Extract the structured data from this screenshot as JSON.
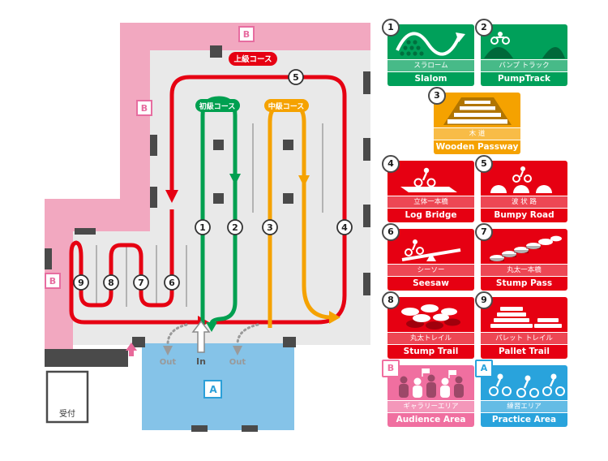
{
  "map": {
    "labels": {
      "advanced_course": "上級コース",
      "beginner_course": "初級コース",
      "intermediate_course": "中級コース",
      "in": "In",
      "out": "Out",
      "reception": "受付",
      "badge_b": "B",
      "badge_a": "A"
    },
    "markers": [
      "1",
      "2",
      "3",
      "4",
      "5",
      "6",
      "7",
      "8",
      "9"
    ]
  },
  "legend": {
    "cards": [
      {
        "num": "1",
        "jp": "スラローム",
        "en": "Slalom",
        "color": "green"
      },
      {
        "num": "2",
        "jp": "バンプ トラック",
        "en": "PumpTrack",
        "color": "green"
      },
      {
        "num": "3",
        "jp": "木 道",
        "en": "Wooden Passway",
        "color": "yellow"
      },
      {
        "num": "4",
        "jp": "立体一本橋",
        "en": "Log Bridge",
        "color": "red"
      },
      {
        "num": "5",
        "jp": "波 状 路",
        "en": "Bumpy Road",
        "color": "red"
      },
      {
        "num": "6",
        "jp": "シーソー",
        "en": "Seesaw",
        "color": "red"
      },
      {
        "num": "7",
        "jp": "丸太一本橋",
        "en": "Stump Pass",
        "color": "red"
      },
      {
        "num": "8",
        "jp": "丸太トレイル",
        "en": "Stump Trail",
        "color": "red"
      },
      {
        "num": "9",
        "jp": "パレット トレイル",
        "en": "Pallet Trail",
        "color": "red"
      },
      {
        "num": "B",
        "jp": "ギャラリーエリア",
        "en": "Audience Area",
        "color": "pink"
      },
      {
        "num": "A",
        "jp": "練習エリア",
        "en": "Practice Area",
        "color": "blue"
      }
    ]
  },
  "colors": {
    "course_red": "#E60012",
    "course_green": "#00A050",
    "course_yellow": "#F5A200",
    "audience_band_pink": "#F2A8C0",
    "practice_area_blue": "#85C3E8",
    "card_green": "#00A05A",
    "card_yellow": "#F5A200",
    "card_red": "#E60012",
    "card_pink": "#F06FA0",
    "card_blue": "#29A3DC",
    "floor_gray": "#E9E9E9",
    "pillar_gray": "#4A4A4A"
  }
}
